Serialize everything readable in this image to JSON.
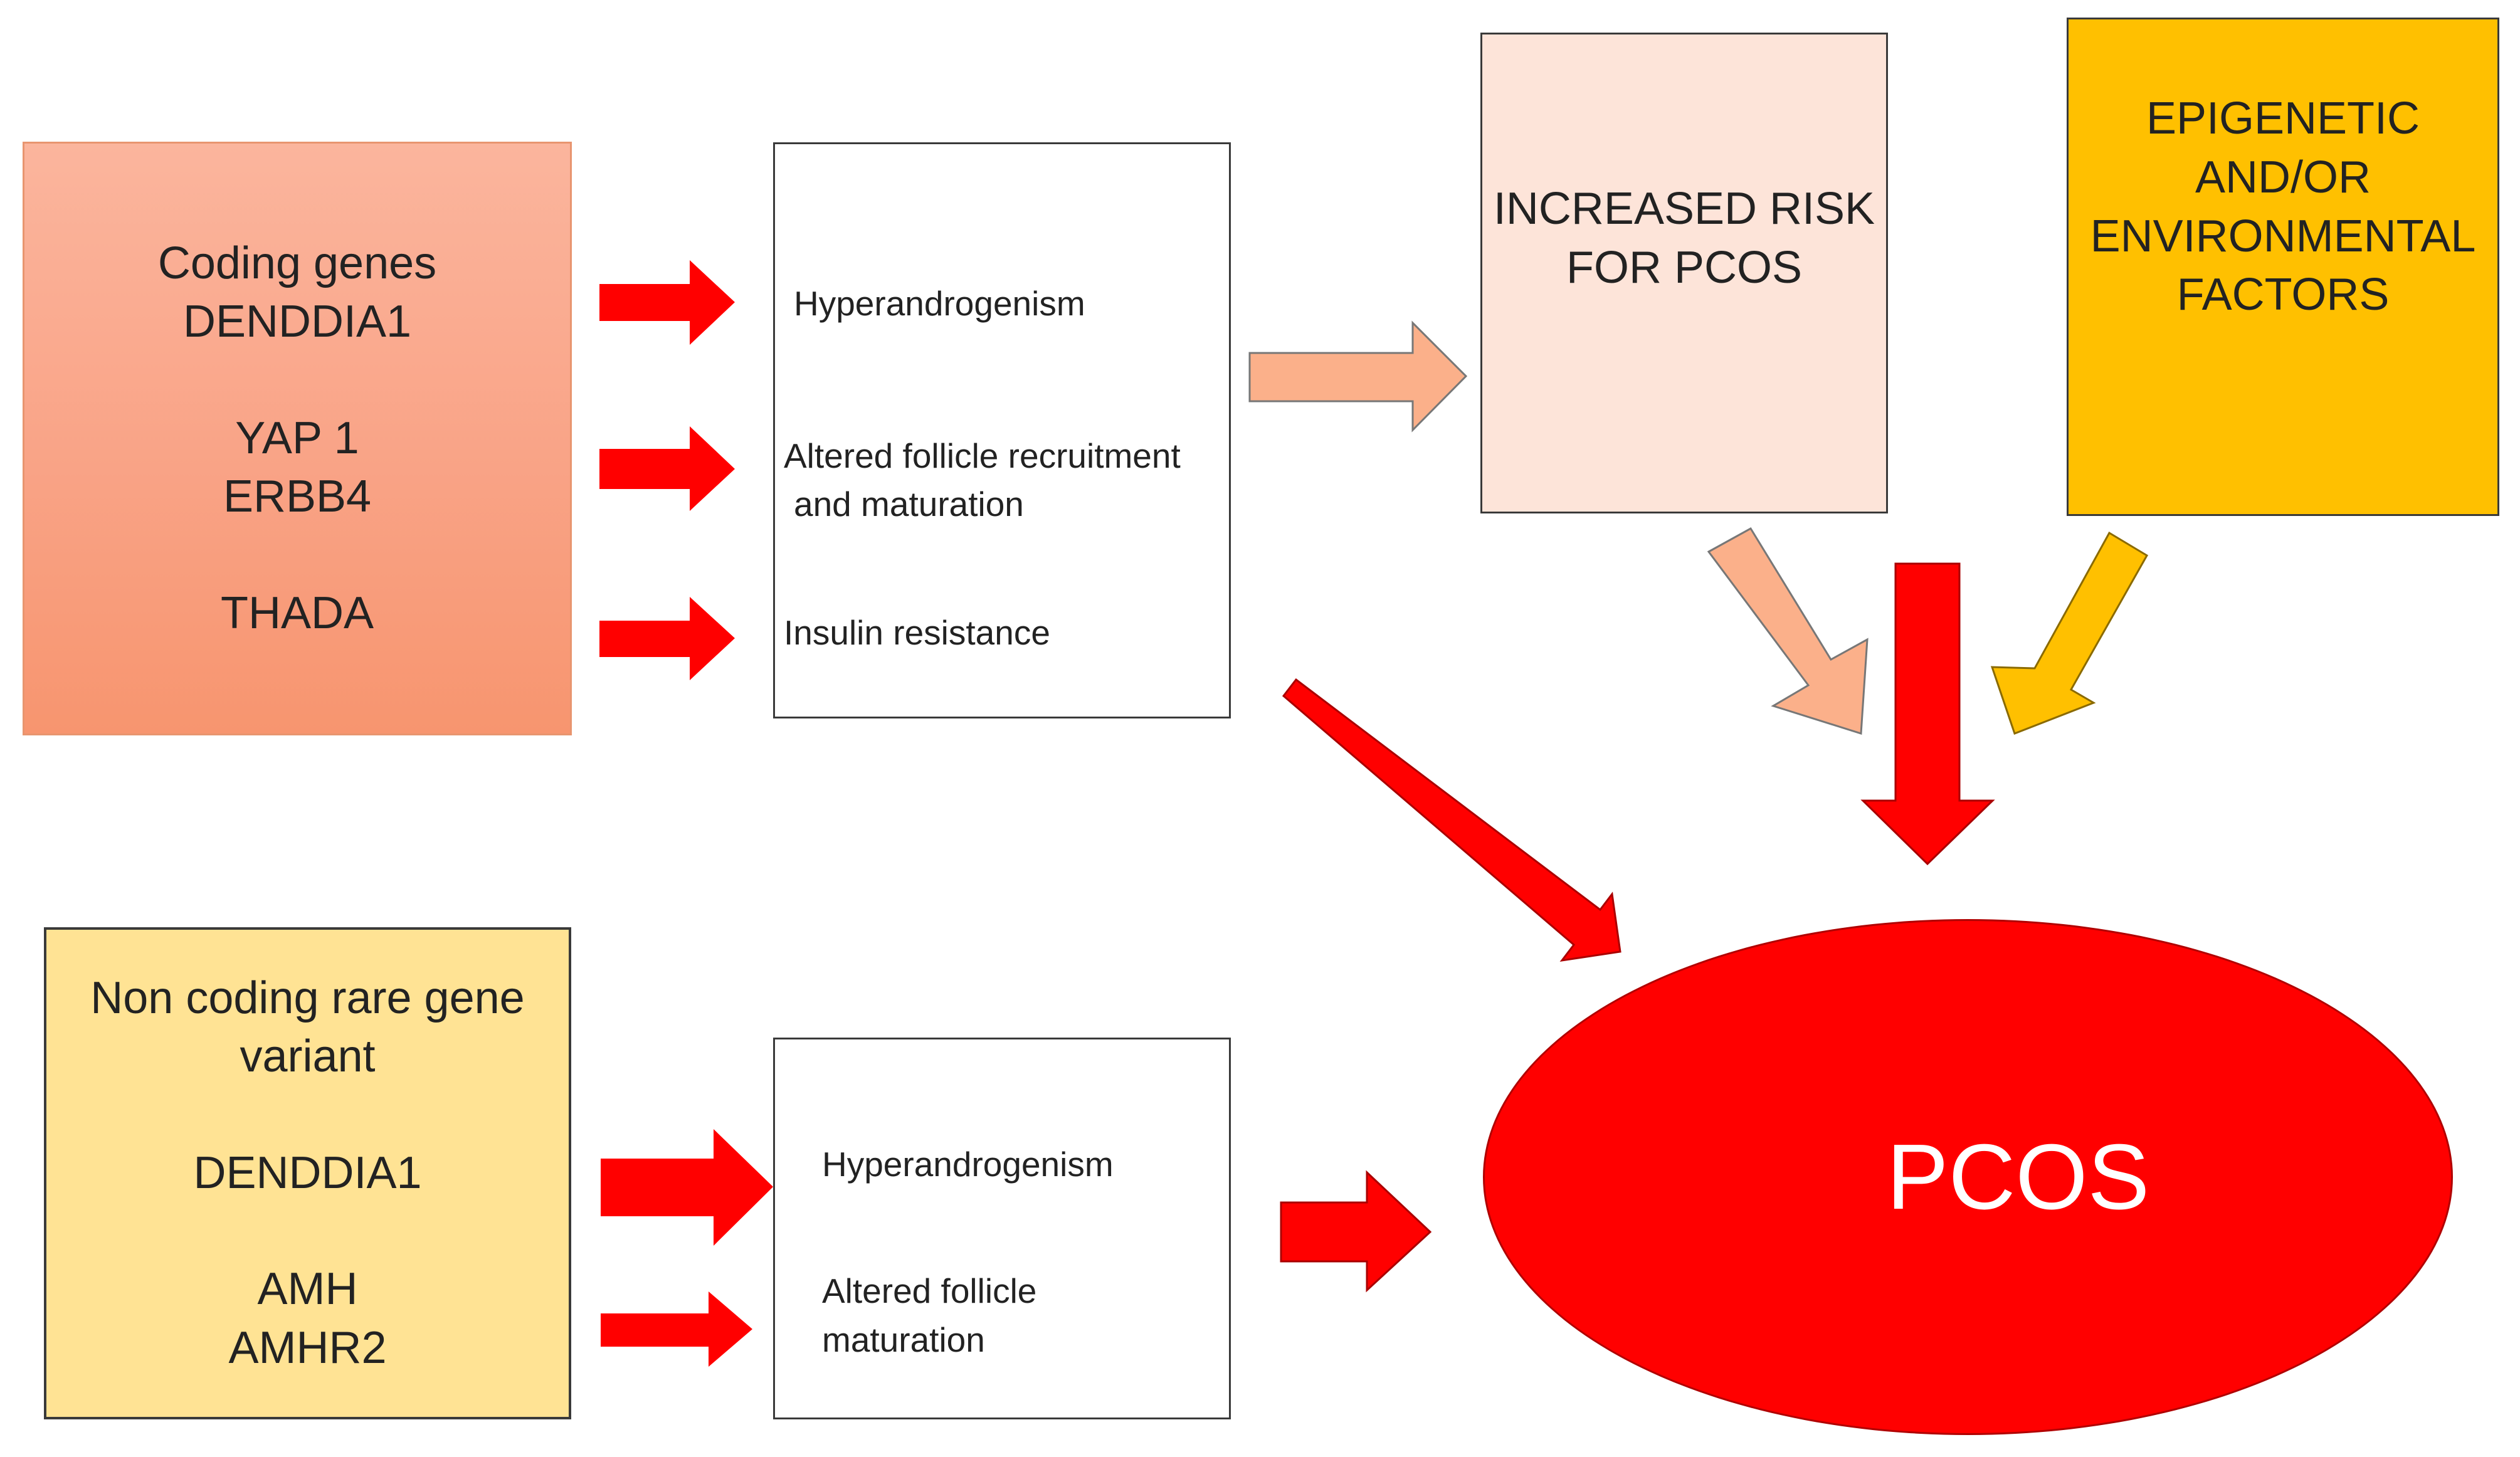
{
  "coding_box": {
    "title_lines": [
      "Coding genes",
      "DENDDIA1"
    ],
    "gene_lines_a": [
      "YAP 1",
      "ERBB4"
    ],
    "gene_lines_b": [
      "THADA"
    ]
  },
  "coding_effects": {
    "item1": "Hyperandrogenism",
    "item2_lines": [
      "Altered follicle recruitment",
      "and maturation"
    ],
    "item3": "Insulin resistance"
  },
  "noncoding_box": {
    "title_lines": [
      "Non coding rare gene",
      "variant"
    ],
    "gene_lines_a": [
      "DENDDIA1"
    ],
    "gene_lines_b": [
      "AMH",
      "AMHR2"
    ]
  },
  "noncoding_effects": {
    "item1": "Hyperandrogenism",
    "item2_lines": [
      "Altered follicle",
      "maturation"
    ]
  },
  "risk_box": {
    "lines": [
      "INCREASED RISK",
      "FOR PCOS"
    ]
  },
  "epigenetic_box": {
    "lines": [
      "EPIGENETIC",
      "AND/OR",
      "ENVIRONMENTAL",
      "FACTORS"
    ]
  },
  "outcome": {
    "label": "PCOS"
  },
  "colors": {
    "red_arrow": "#ff0000",
    "peach_arrow": "#fbb08a",
    "gold_arrow": "#ffc000",
    "coding_box_fill": "#f9a386",
    "noncoding_box_fill": "#ffe394",
    "risk_box_fill": "#fde4d9",
    "epigenetic_box_fill": "#ffc000",
    "pcos_fill": "#ff0000"
  }
}
